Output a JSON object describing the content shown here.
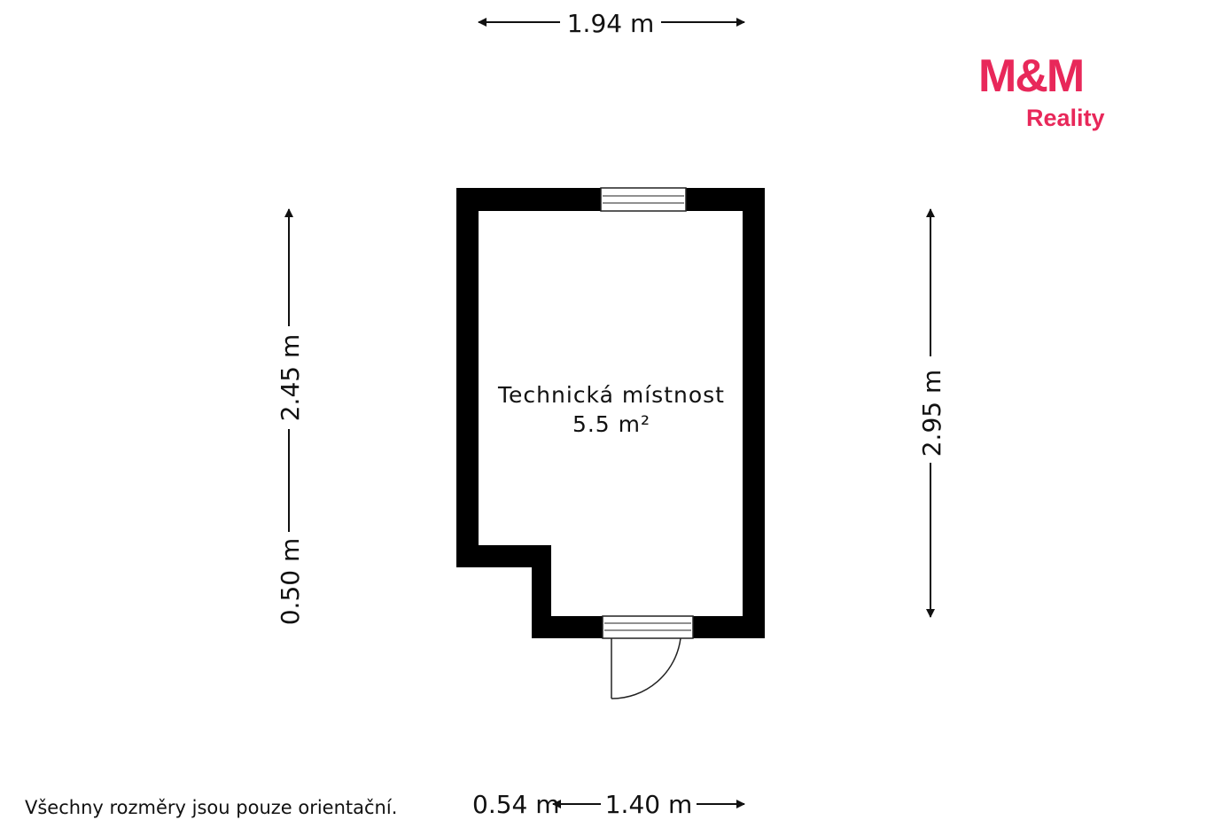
{
  "brand": {
    "logo_main": "M&M",
    "logo_sub": "Reality",
    "color": "#e8285a"
  },
  "room": {
    "name": "Technická místnost",
    "area": "5.5 m²"
  },
  "dimensions": {
    "top_width": "1.94 m",
    "left_upper_height": "2.45 m",
    "left_lower_height": "0.50 m",
    "right_height": "2.95 m",
    "bottom_offset": "0.54 m",
    "bottom_width": "1.40 m"
  },
  "footnote": "Všechny rozměry jsou pouze orientační.",
  "colors": {
    "wall": "#000000",
    "line": "#111111"
  }
}
